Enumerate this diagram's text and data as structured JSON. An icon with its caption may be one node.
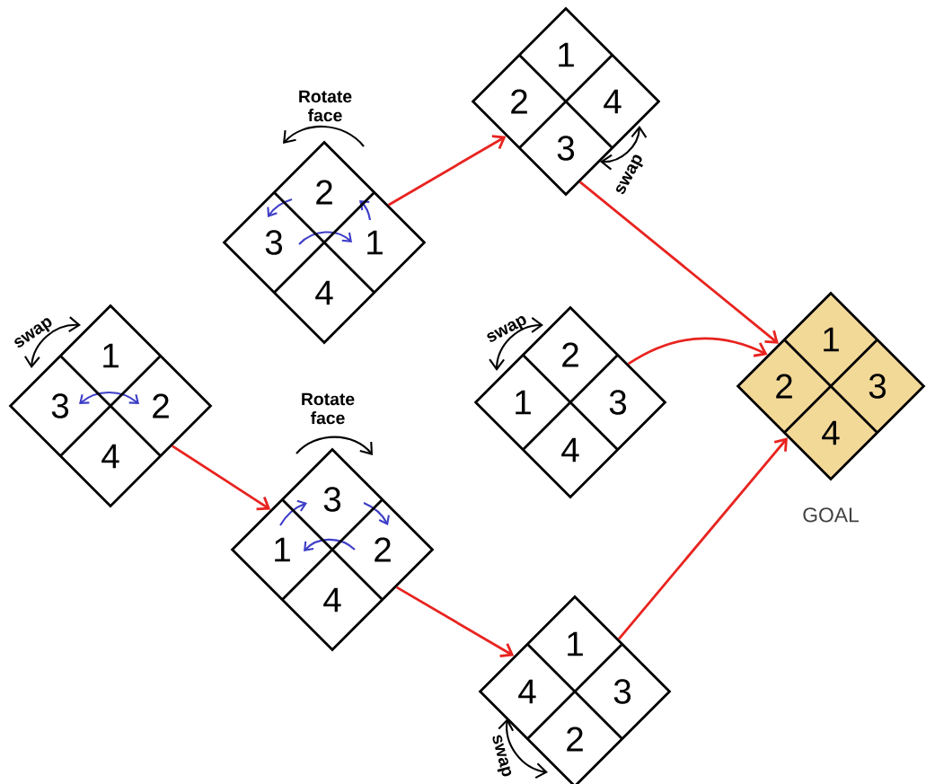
{
  "diagram": {
    "nodes": [
      {
        "text": [
          "1",
          "2",
          "4",
          "3"
        ]
      },
      {
        "text": [
          "2",
          "3",
          "1",
          "4"
        ]
      },
      {
        "text": [
          "1",
          "3",
          "2",
          "4"
        ]
      },
      {
        "text": [
          "2",
          "1",
          "3",
          "4"
        ]
      },
      {
        "text": [
          "1",
          "2",
          "3",
          "4"
        ],
        "beside": [
          "GOAL"
        ]
      },
      {
        "text": [
          "3",
          "1",
          "2",
          "4"
        ]
      },
      {
        "text": [
          "1",
          "4",
          "3",
          "2"
        ]
      }
    ],
    "edges": [
      {
        "from": 1,
        "to": 0,
        "arrow": "to"
      },
      {
        "from": 0,
        "to": 4,
        "arrow": "to"
      },
      {
        "from": 3,
        "to": 4,
        "arrow": "to"
      },
      {
        "from": 2,
        "to": 5,
        "arrow": "to"
      },
      {
        "from": 5,
        "to": 6,
        "arrow": "to"
      },
      {
        "from": 6,
        "to": 4,
        "arrow": "to"
      }
    ],
    "labels": [
      "Rotate face",
      "swap",
      "swap",
      "swap",
      "Rotate face",
      "swap"
    ]
  }
}
